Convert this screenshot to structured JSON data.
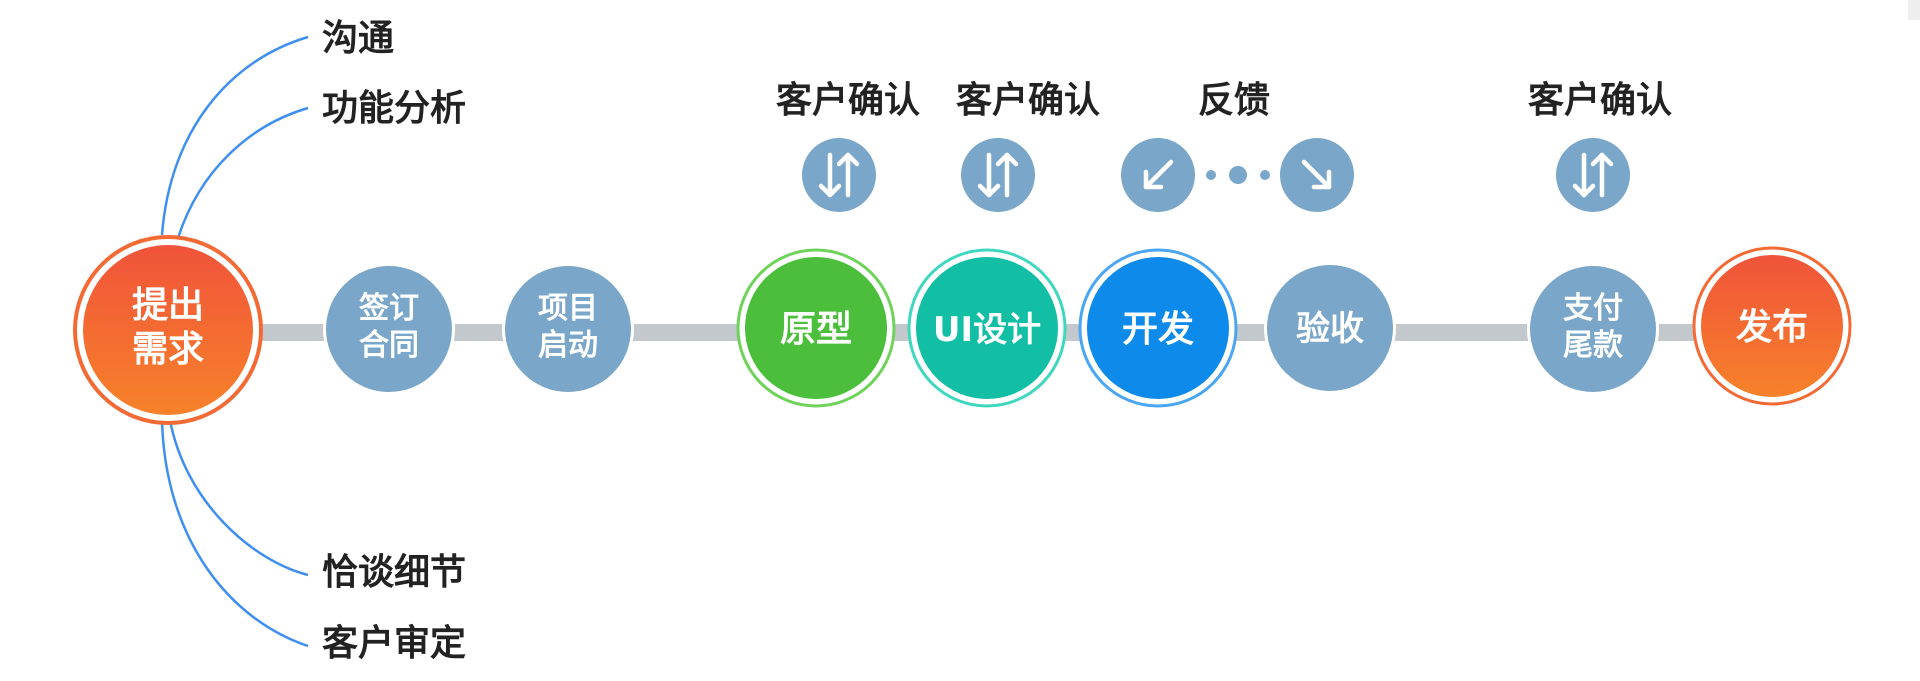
{
  "colors": {
    "track": "#c3c8cd",
    "branch_line": "#3f8ff2",
    "step_blue_gray": "#7aa7c9",
    "confirm_icon": "#7aa7c9",
    "start_orange": "#f36a35",
    "prototype_green": "#4bbf3c",
    "ui_teal": "#12bfa4",
    "dev_blue": "#0e8aea",
    "release_orange": "#f3682f",
    "text_dark": "#222222",
    "text_white": "#ffffff"
  },
  "start": {
    "line1": "提出",
    "line2": "需求"
  },
  "branches": {
    "top": [
      "沟通",
      "功能分析"
    ],
    "bottom": [
      "恰谈细节",
      "客户审定"
    ]
  },
  "steps": {
    "contract": {
      "line1": "签订",
      "line2": "合同"
    },
    "kickoff": {
      "line1": "项目",
      "line2": "启动"
    },
    "prototype": "原型",
    "ui_design": "UI设计",
    "development": "开发",
    "acceptance": "验收",
    "payment": {
      "line1": "支付",
      "line2": "尾款"
    },
    "release": "发布"
  },
  "annotations": {
    "prototype_confirm": "客户确认",
    "ui_confirm": "客户确认",
    "feedback": "反馈",
    "payment_confirm": "客户确认"
  },
  "icons": {
    "confirm": "swap-vertical-icon",
    "feedback_out": "arrow-down-left-icon",
    "feedback_dots": "ellipsis-dots-icon",
    "feedback_in": "arrow-down-right-icon"
  }
}
